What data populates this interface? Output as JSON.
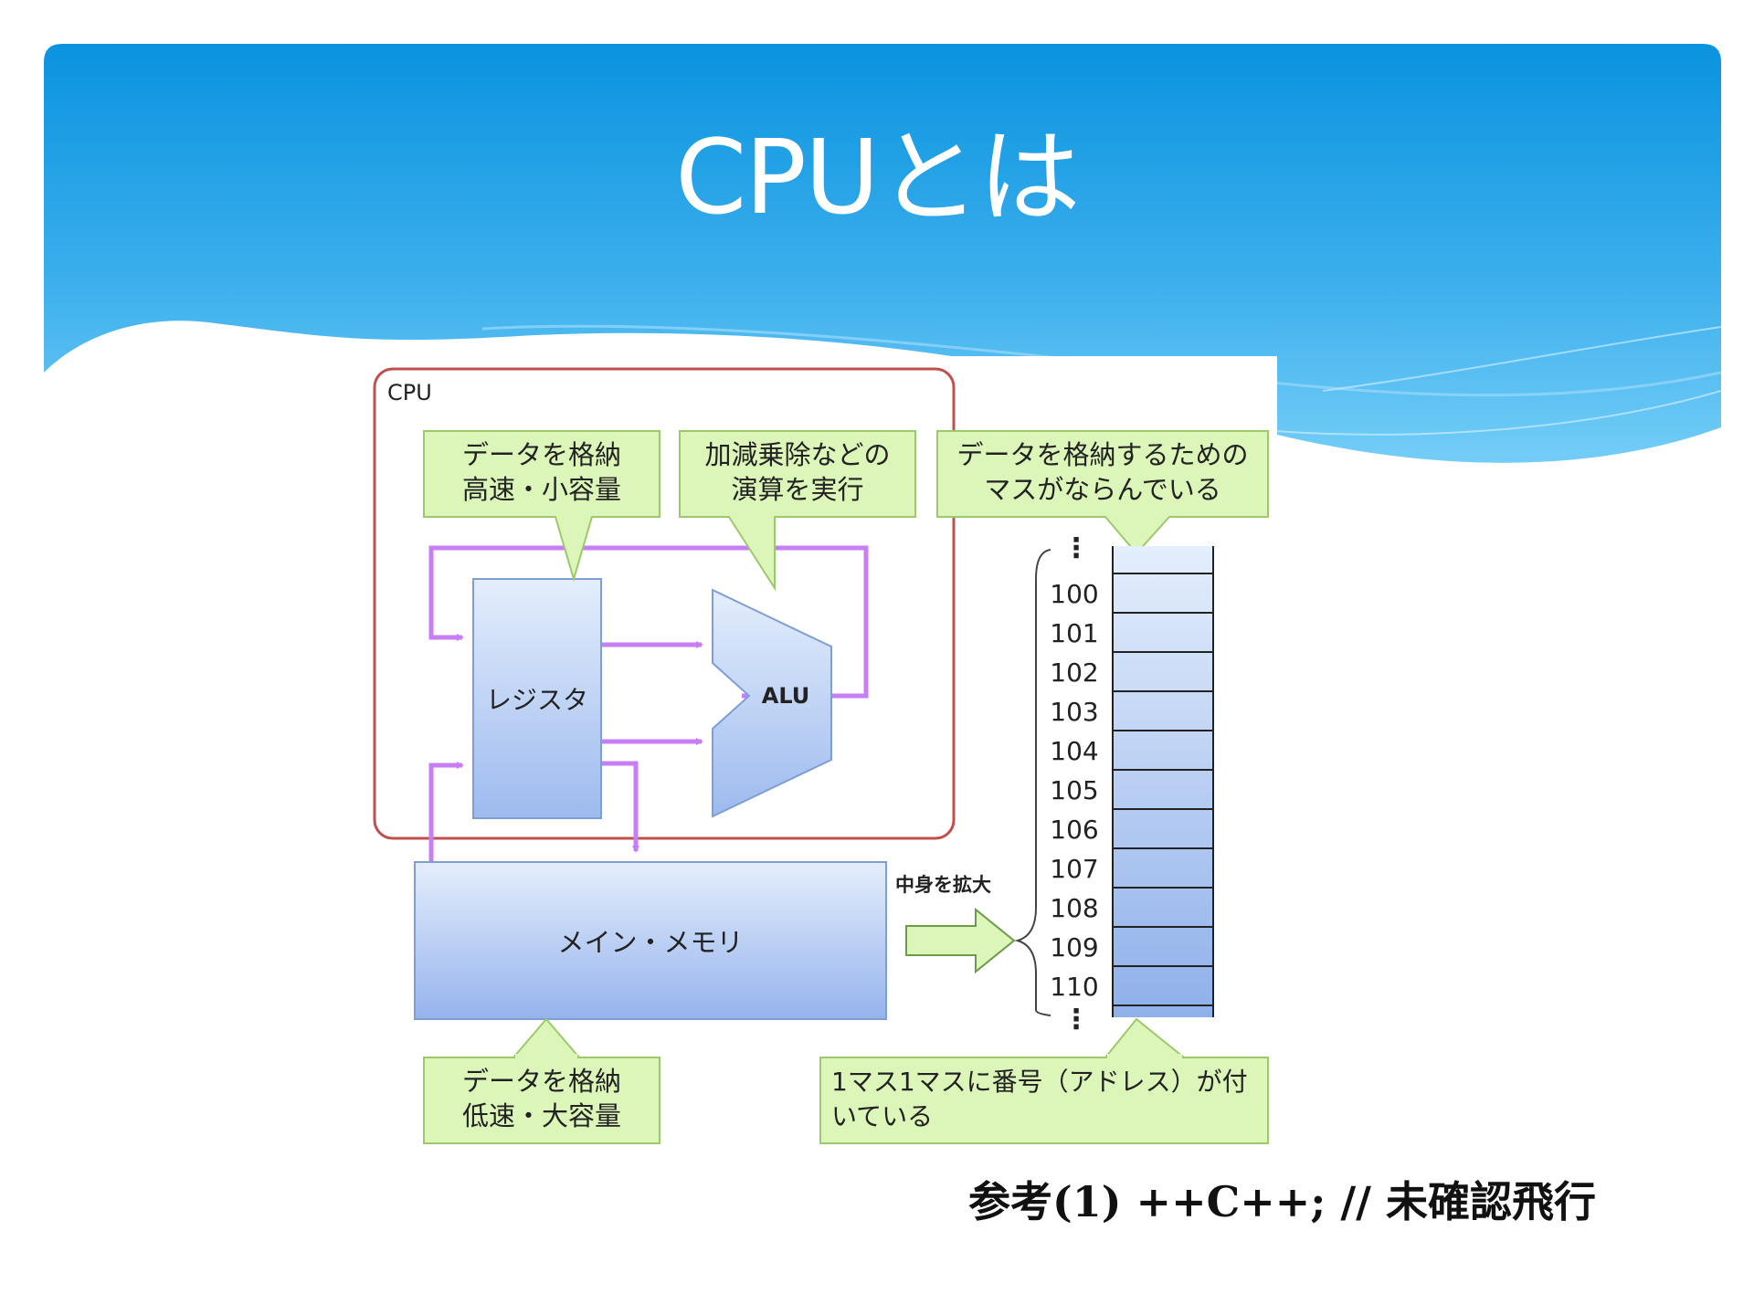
{
  "slide": {
    "title": "CPUとは",
    "reference": "参考(1) ++C++; // 未確認飛行"
  },
  "diagram": {
    "cpu_label": "CPU",
    "register_label": "レジスタ",
    "alu_label": "ALU",
    "main_memory_label": "メイン・メモリ",
    "expand_label": "中身を拡大",
    "callouts": {
      "register": [
        "データを格納",
        "高速・小容量"
      ],
      "alu": [
        "加減乗除などの",
        "演算を実行"
      ],
      "memory_cells": [
        "データを格納するための",
        "マスがならんでいる"
      ],
      "main_memory": [
        "データを格納",
        "低速・大容量"
      ],
      "address": [
        "1マス1マスに番号（アドレス）が付",
        "いている"
      ]
    },
    "addresses": [
      "100",
      "101",
      "102",
      "103",
      "104",
      "105",
      "106",
      "107",
      "108",
      "109",
      "110"
    ],
    "ellipsis": "⋮"
  },
  "colors": {
    "header_top": "#0a93df",
    "header_bottom": "#5bc0f5",
    "cpu_border": "#c0504d",
    "arrow": "#c77df5",
    "callout_fill": "#dcf5b8",
    "callout_border": "#9cc96b",
    "block_fill_top": "#dde9fb",
    "block_fill_bottom": "#9ebcef"
  }
}
